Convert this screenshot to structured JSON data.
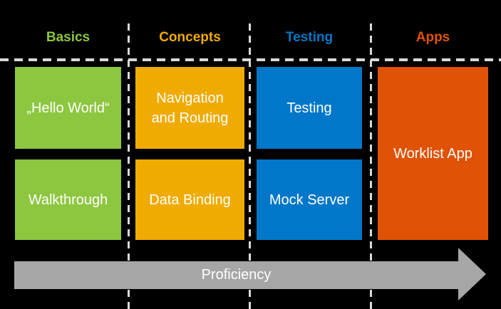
{
  "ui": {
    "background": "#000000",
    "dash_color": "#D9D9D9",
    "box_text_color": "#FFFFFF"
  },
  "columns": [
    {
      "label": "Basics",
      "color": "#8DC63F",
      "boxes": [
        {
          "label": "„Hello World“"
        },
        {
          "label": "Walkthrough"
        }
      ]
    },
    {
      "label": "Concepts",
      "color": "#F0AB00",
      "boxes": [
        {
          "label": "Navigation and Routing"
        },
        {
          "label": "Data Binding"
        }
      ]
    },
    {
      "label": "Testing",
      "color": "#0077C8",
      "boxes": [
        {
          "label": "Testing"
        },
        {
          "label": "Mock Server"
        }
      ]
    },
    {
      "label": "Apps",
      "color": "#E05206",
      "boxes": [
        {
          "label": "Worklist App"
        }
      ]
    }
  ],
  "arrow": {
    "label": "Proficiency",
    "color": "#A6A6A6"
  }
}
